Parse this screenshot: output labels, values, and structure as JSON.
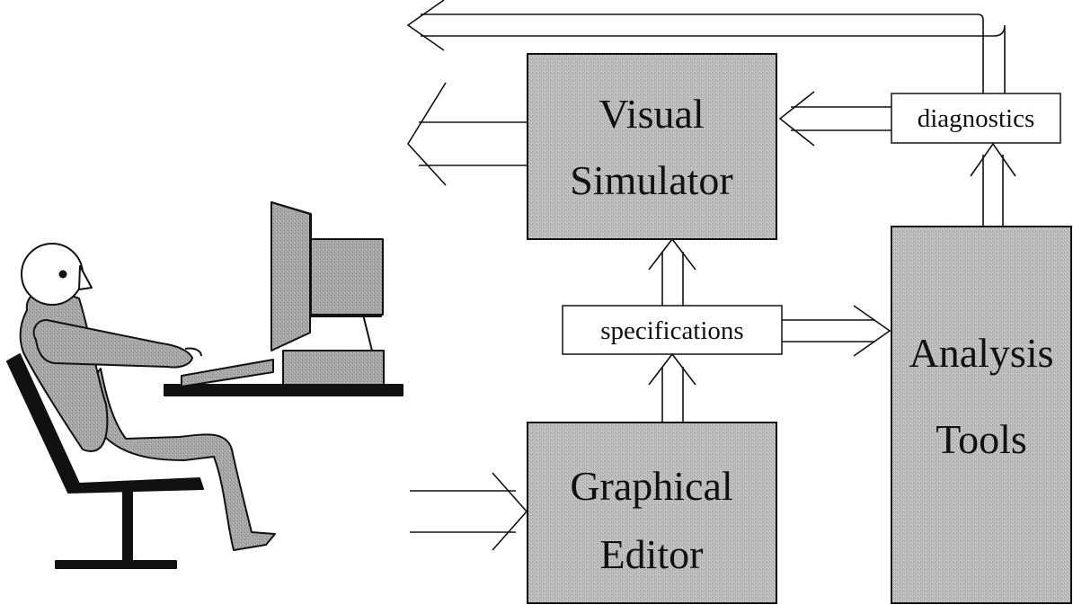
{
  "diagram": {
    "blocks": {
      "visual_simulator": {
        "line1": "Visual",
        "line2": "Simulator"
      },
      "graphical_editor": {
        "line1": "Graphical",
        "line2": "Editor"
      },
      "analysis_tools": {
        "line1": "Analysis",
        "line2": "Tools"
      }
    },
    "labels": {
      "specifications": "specifications",
      "diagnostics": "diagnostics"
    }
  },
  "colors": {
    "block_fill": "#bcbcbc",
    "figure_fill": "#a8a8a8",
    "ink": "#111111",
    "background": "#ffffff"
  }
}
